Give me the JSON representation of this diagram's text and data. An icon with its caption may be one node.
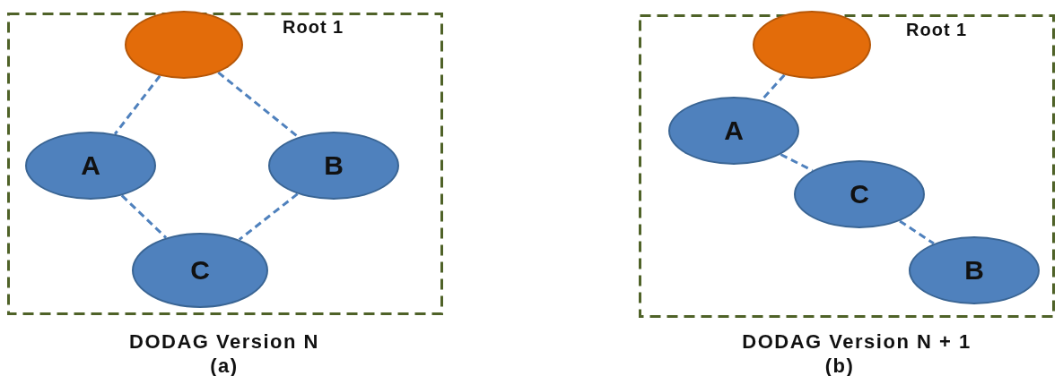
{
  "diagram": {
    "nodes": [
      {
        "text": [
          "DODAG Version N",
          "(a)"
        ]
      },
      {
        "text": [],
        "shape": "circle",
        "in": 0,
        "beside": [
          "Root 1"
        ]
      },
      {
        "text": [
          "A"
        ],
        "in": 0
      },
      {
        "text": [
          "B"
        ],
        "in": 0
      },
      {
        "text": [
          "C"
        ],
        "in": 0
      },
      {
        "text": [
          "DODAG Version N + 1",
          "(b)"
        ]
      },
      {
        "text": [],
        "shape": "circle",
        "in": 5,
        "beside": [
          "Root 1"
        ]
      },
      {
        "text": [
          "A"
        ],
        "in": 5
      },
      {
        "text": [
          "C"
        ],
        "in": 5
      },
      {
        "text": [
          "B"
        ],
        "in": 5
      }
    ],
    "edges": [
      {
        "from": 1,
        "to": 2,
        "arrow": "none",
        "style": "dashed"
      },
      {
        "from": 1,
        "to": 3,
        "arrow": "none",
        "style": "dashed"
      },
      {
        "from": 2,
        "to": 4,
        "arrow": "none",
        "style": "dashed"
      },
      {
        "from": 3,
        "to": 4,
        "arrow": "none",
        "style": "dashed"
      },
      {
        "from": 6,
        "to": 7,
        "arrow": "none",
        "style": "dashed"
      },
      {
        "from": 7,
        "to": 8,
        "arrow": "none",
        "style": "dashed"
      },
      {
        "from": 8,
        "to": 9,
        "arrow": "none",
        "style": "dashed"
      }
    ]
  }
}
